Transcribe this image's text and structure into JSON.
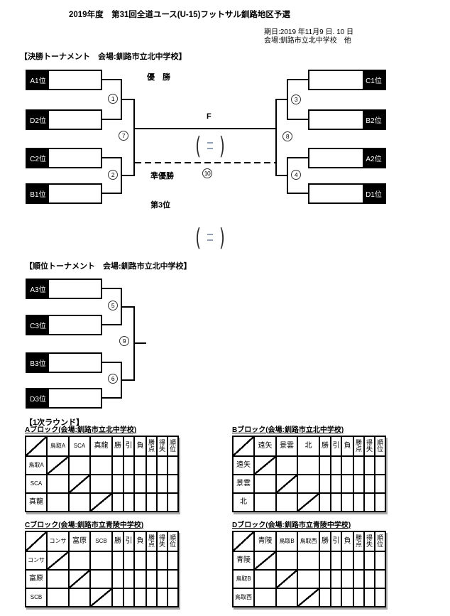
{
  "title": "2019年度　第31回全道ユース(U-15)フットサル釧路地区予選",
  "meta": {
    "date_line": "期日:2019 年11月9 日. 10 日",
    "venue_line": "会場:釧路市立北中学校　他"
  },
  "final_tournament": {
    "heading": "【決勝トーナメント　会場:釧路市立北中学校】",
    "left_slots": [
      "A1位",
      "D2位",
      "C2位",
      "B1位"
    ],
    "right_slots": [
      "C1位",
      "B2位",
      "A2位",
      "D1位"
    ],
    "labels": {
      "champion": "優　勝",
      "final_mark": "F",
      "runner_up": "準優勝",
      "third_place": "第3位"
    },
    "match_numbers": {
      "m1": "1",
      "m2": "2",
      "m3": "3",
      "m4": "4",
      "m7": "7",
      "m8": "8",
      "m10": "10"
    }
  },
  "rank_tournament": {
    "heading": "【順位トーナメント　会場:釧路市立北中学校】",
    "slots": [
      "A3位",
      "C3位",
      "B3位",
      "D3位"
    ],
    "match_numbers": {
      "m5": "5",
      "m6": "6",
      "m9": "9"
    }
  },
  "first_round": {
    "heading": "【1次ラウンド】",
    "stat_columns": [
      "勝",
      "引",
      "負",
      "勝点",
      "得失",
      "順位"
    ],
    "blocks": [
      {
        "label": "Aブロック(会場:釧路市立北中学校)",
        "teams": [
          "鳥取A",
          "SCA",
          "真龍"
        ]
      },
      {
        "label": "Bブロック(会場:釧路市立北中学校)",
        "teams": [
          "遠矢",
          "景雲",
          "北"
        ]
      },
      {
        "label": "Cブロック(会場:釧路市立青陵中学校)",
        "teams": [
          "コンサ",
          "富原",
          "SCB"
        ]
      },
      {
        "label": "Dブロック(会場:釧路市立青陵中学校)",
        "teams": [
          "青陵",
          "鳥取B",
          "鳥取西"
        ]
      }
    ]
  },
  "colors": {
    "line": "#000000",
    "score_dash": "#91a0b6",
    "table_shadow": "#a9a9a9"
  }
}
